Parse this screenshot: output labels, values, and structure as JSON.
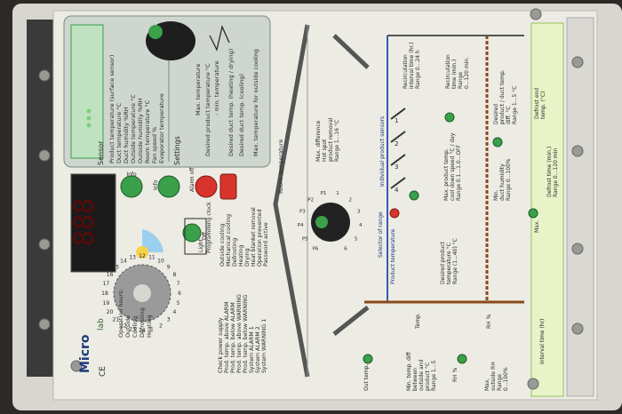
{
  "colors": {
    "housing": "#d8d8d0",
    "faceplate": "#ecebe4",
    "accent_green": "#3aa04a",
    "accent_red": "#d8342c",
    "sensor_box": "#cfd6cf",
    "display_bg": "#1b1b1b",
    "brown_line": "#8a4a1a",
    "blue_line": "#3a5ab0"
  },
  "brand": {
    "name": "Micro",
    "subname": "lab",
    "ce": "CE"
  },
  "sensors": {
    "heading": "Sensor",
    "items": [
      "Product temperature (surface sensor)",
      "Duct temperature °C",
      "Duct humidity %RH",
      "Outside temperature °C",
      "Outside humidity %RH",
      "Room temperature °C",
      "Fan speed %",
      "Evaporator temperature"
    ]
  },
  "settings": {
    "heading": "Settings",
    "items": [
      "Max. temperature",
      "Desired product temperature °C",
      "- min. temperature",
      "Desired duct temp. (heating / drying)",
      "Desired duct temp. (cooling)",
      "Max. temperature for outside cooling"
    ]
  },
  "buttons": {
    "left": "Info",
    "middle": "Info",
    "alarm": "Alarm off"
  },
  "display": {
    "value": "888"
  },
  "clock": {
    "numbers": [
      "12",
      "13",
      "14",
      "15",
      "16",
      "17",
      "18",
      "19",
      "20",
      "21",
      "22",
      "23",
      "24",
      "1",
      "2",
      "3",
      "4",
      "5",
      "6",
      "7",
      "8",
      "9",
      "10",
      "11"
    ],
    "light_label": "Light",
    "off_label": "Off",
    "programming": "Programming clock"
  },
  "operation_hours": {
    "heading": "Operation hours:",
    "items": [
      "Outside",
      "Cooling",
      "Defrosting",
      "Heating"
    ]
  },
  "status_right": {
    "items": [
      "Outside cooling",
      "Mechanical cooling",
      "Defrosting",
      "Heating",
      "Drying",
      "Heat blanket removal",
      "Operation prevented",
      "Password active"
    ]
  },
  "alarms": {
    "items": [
      "Check power supply",
      "Prod. temp. above ALARM",
      "Prod. temp. below ALARM",
      "Prod. temp. above WARNING",
      "Prod. temp. below WARNING",
      "System ALARM 1",
      "System ALARM 2",
      "System WARNING 1"
    ]
  },
  "diagram": {
    "room_temp": "Room temperature",
    "selector_heading": "Selector of range",
    "selector_labels": [
      "P6",
      "P5",
      "P4",
      "P3",
      "P2",
      "P1",
      "1",
      "2",
      "3",
      "4",
      "5",
      "6"
    ],
    "max_difference": [
      "Max. difference",
      "Hot spot",
      "product removal",
      "Range 1...16 °C"
    ],
    "individual_sensors": "Individual product sensors",
    "sensor_numbers": [
      "4",
      "3",
      "2",
      "1"
    ],
    "product_temperature": "Product temperature",
    "desired_product": [
      "Desired product",
      "temperature °C",
      "Range (1...40) °C"
    ],
    "max_prod_temp": [
      "Max. product temp.",
      "cool down speed °C / day",
      "Range 0.1...1.0...OFF"
    ],
    "min_duct_humidity": [
      "Min.",
      "duct humidity",
      "Range 0...100%"
    ],
    "desired_product_duct": [
      "Desired",
      "product / duct temp.",
      "diff. °C",
      "Range 1...5 °C"
    ],
    "recirculation_interval": [
      "Recirculation",
      "interval time (hr.)",
      "Range 0...24 h"
    ],
    "recirculation_time": [
      "Recirculation",
      "time (min.)",
      "Range",
      "0...120 min."
    ],
    "defrost": [
      "Defrost end",
      "temp. (°C)",
      "Defrost time (min.)",
      "Range 0...120 min"
    ],
    "max_label": "Max.",
    "interval_label": "Interval time (hr)",
    "temp_label": "Temp.",
    "rh_label": "RH %",
    "out_temp": "Out temp.",
    "rh_pct": "RH %",
    "min_diff": [
      "Min. temp. diff",
      "between",
      "outside and",
      "product °C",
      "Range 1...5"
    ],
    "max_outside_rh": [
      "Max.",
      "outside RH",
      "Range",
      "0...100%"
    ]
  }
}
